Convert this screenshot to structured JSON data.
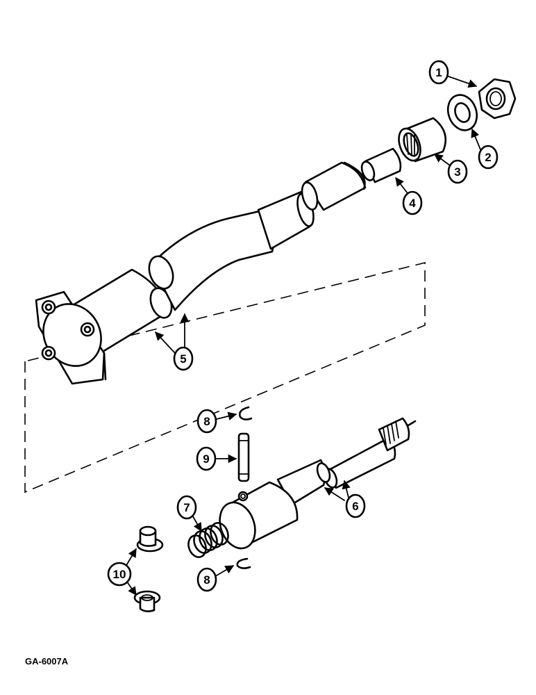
{
  "figure": {
    "code": "GA-6007A"
  },
  "callouts": [
    {
      "number": "1",
      "part": "nut"
    },
    {
      "number": "2",
      "part": "washer"
    },
    {
      "number": "3",
      "part": "needle-bearing"
    },
    {
      "number": "4",
      "part": "sleeve"
    },
    {
      "number": "5",
      "part": "column-tube"
    },
    {
      "number": "6",
      "part": "shaft"
    },
    {
      "number": "7",
      "part": "spring"
    },
    {
      "number": "8",
      "part": "snap-ring"
    },
    {
      "number": "9",
      "part": "pin"
    },
    {
      "number": "10",
      "part": "bushing"
    }
  ]
}
